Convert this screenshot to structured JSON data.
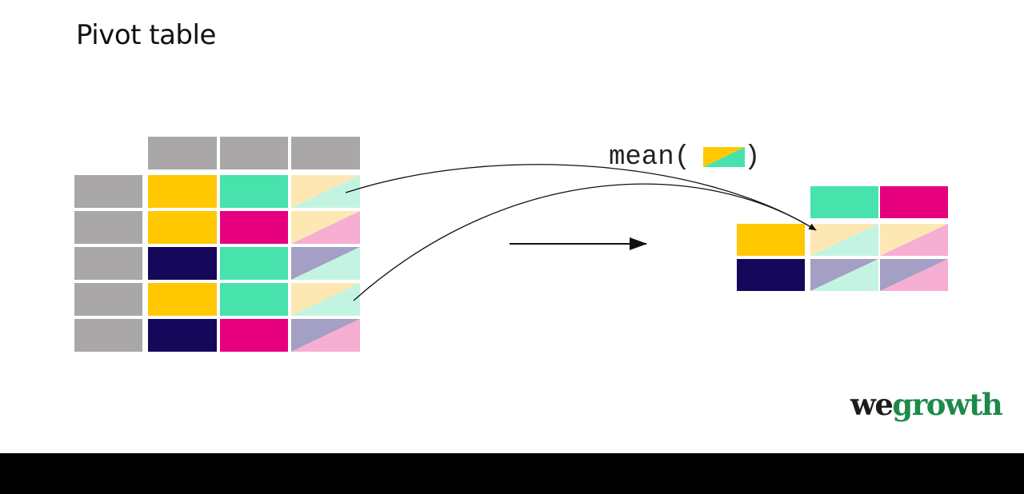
{
  "title": "Pivot table",
  "formula": {
    "prefix": "mean(",
    "suffix": ")"
  },
  "brand": {
    "part1": "we",
    "part2": "growth"
  },
  "colors": {
    "header_gray": "#a9a7a7",
    "yellow": "#ffc800",
    "green": "#48e2ad",
    "magenta": "#e6007e",
    "navy": "#15085b",
    "light_yellow": "#fde8b3",
    "light_green": "#c3f4e2",
    "light_pink": "#f7aed3",
    "light_purple": "#a39fc5",
    "brand_dark": "#1c1c1c",
    "brand_green": "#1e8a4a"
  },
  "source_table": {
    "rows": [
      {
        "col1": "yellow",
        "col2": "green",
        "col3": [
          "light_yellow",
          "light_green"
        ]
      },
      {
        "col1": "yellow",
        "col2": "magenta",
        "col3": [
          "light_yellow",
          "light_pink"
        ]
      },
      {
        "col1": "navy",
        "col2": "green",
        "col3": [
          "light_purple",
          "light_green"
        ]
      },
      {
        "col1": "yellow",
        "col2": "green",
        "col3": [
          "light_yellow",
          "light_green"
        ]
      },
      {
        "col1": "navy",
        "col2": "magenta",
        "col3": [
          "light_purple",
          "light_pink"
        ]
      }
    ]
  },
  "result_table": {
    "column_headers": [
      "green",
      "magenta"
    ],
    "row_headers": [
      "yellow",
      "navy"
    ],
    "cells": [
      [
        [
          "light_yellow",
          "light_green"
        ],
        [
          "light_yellow",
          "light_pink"
        ]
      ],
      [
        [
          "light_purple",
          "light_green"
        ],
        [
          "light_purple",
          "light_pink"
        ]
      ]
    ]
  }
}
